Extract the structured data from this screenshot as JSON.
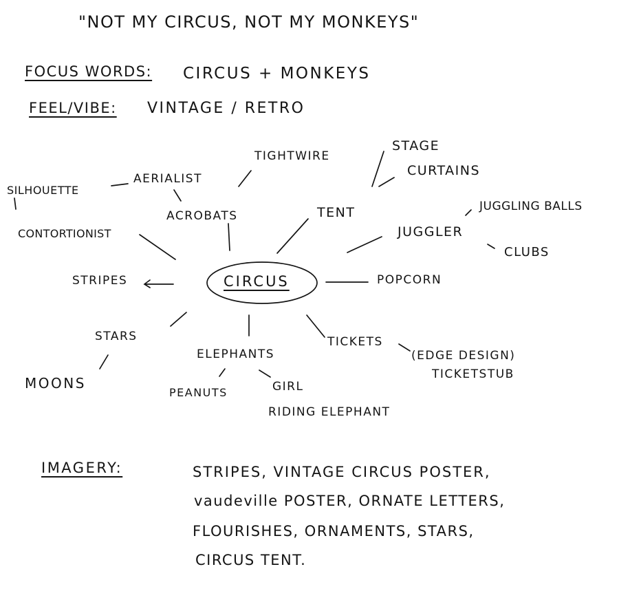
{
  "title": "\"NOT MY CIRCUS, NOT MY MONKEYS\"",
  "focus_words": {
    "label": "FOCUS WORDS:",
    "value": "CIRCUS + MONKEYS"
  },
  "feel_vibe": {
    "label": "FEEL/VIBE:",
    "value": "VINTAGE / RETRO"
  },
  "mind_map": {
    "center": "CIRCUS",
    "nodes": {
      "tightwire": "TIGHTWIRE",
      "stage": "STAGE",
      "curtains": "CURTAINS",
      "silhouette": "SILHOUETTE",
      "aerialist": "AERIALIST",
      "acrobats": "ACROBATS",
      "tent": "TENT",
      "juggling_balls": "JUGGLING BALLS",
      "juggler": "JUGGLER",
      "clubs": "CLUBS",
      "contortionist": "CONTORTIONIST",
      "stripes": "STRIPES",
      "popcorn": "POPCORN",
      "stars": "STARS",
      "tickets": "TICKETS",
      "edge_design": "(EDGE DESIGN)",
      "ticket_stub": "TICKETSTUB",
      "moons": "MOONS",
      "elephants": "ELEPHANTS",
      "peanuts": "PEANUTS",
      "girl": "GIRL",
      "riding_elephant": "RIDING ELEPHANT"
    }
  },
  "imagery": {
    "label": "IMAGERY:",
    "lines": [
      "STRIPES, VINTAGE CIRCUS POSTER,",
      "vaudeville POSTER, ORNATE LETTERS,",
      "FLOURISHES, ORNAMENTS, STARS,",
      "CIRCUS TENT."
    ]
  }
}
